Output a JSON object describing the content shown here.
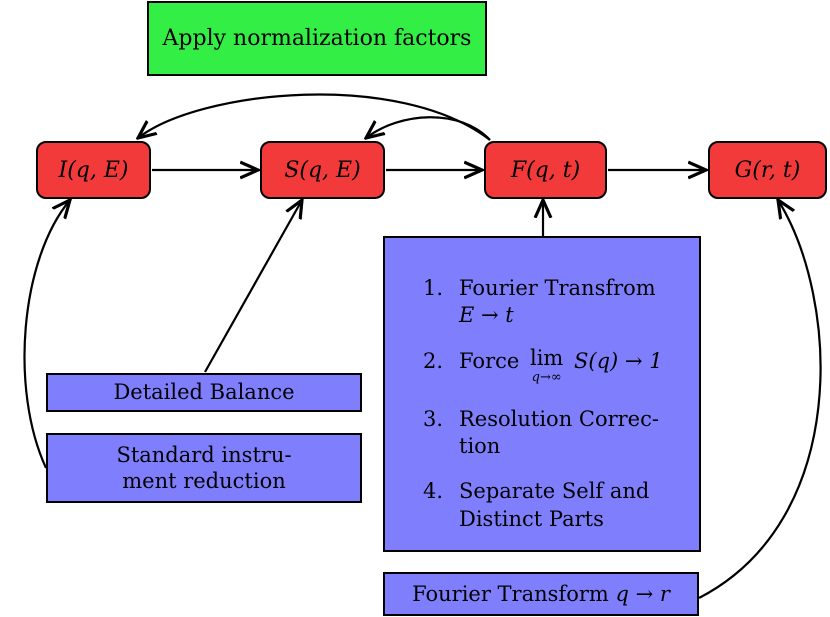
{
  "normalize_box": {
    "label": "Apply normalization factors"
  },
  "nodes": [
    {
      "label": "I(q, E)"
    },
    {
      "label": "S(q, E)"
    },
    {
      "label": "F(q, t)"
    },
    {
      "label": "G(r, t)"
    }
  ],
  "detailed_balance": {
    "label": "Detailed Balance"
  },
  "standard_reduction": {
    "line1": "Standard instru-",
    "line2": "ment reduction"
  },
  "steps": [
    {
      "num": "1.",
      "line1": "Fourier Transfrom",
      "line2": "E → t"
    },
    {
      "num": "2.",
      "prefix": "Force",
      "lim_word": "lim",
      "lim_sub": "q→∞",
      "suffix": "S(q) → 1"
    },
    {
      "num": "3.",
      "line1": "Resolution Correc-",
      "line2": "tion"
    },
    {
      "num": "4.",
      "line1": "Separate Self and",
      "line2": "Distinct Parts"
    }
  ],
  "fourier_box": {
    "prefix": "Fourier Transform",
    "math": "q → r"
  }
}
